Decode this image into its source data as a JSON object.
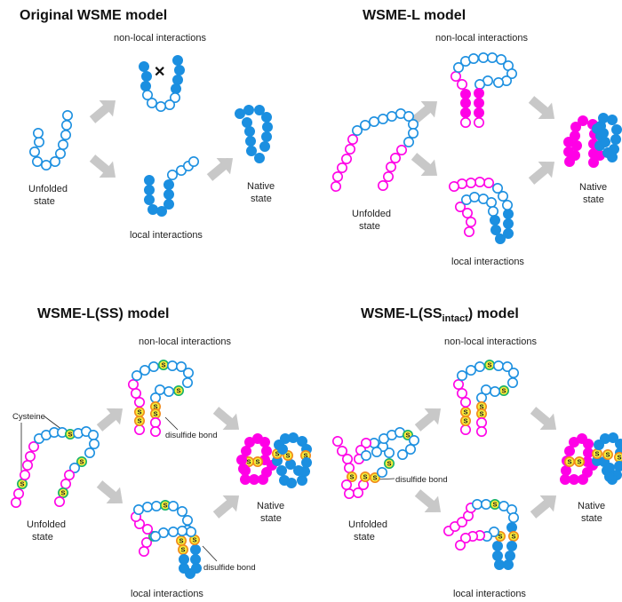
{
  "panels": {
    "original": {
      "title": "Original WSME model",
      "nonlocal": "non-local interactions",
      "local": "local interactions",
      "unfolded": [
        "Unfolded",
        "state"
      ],
      "native": [
        "Native",
        "state"
      ]
    },
    "wsmel": {
      "title": "WSME-L model",
      "nonlocal": "non-local interactions",
      "local": "local interactions",
      "unfolded": [
        "Unfolded",
        "state"
      ],
      "native": [
        "Native",
        "state"
      ]
    },
    "wsmelss": {
      "title": "WSME-L(SS) model",
      "nonlocal": "non-local interactions",
      "local": "local interactions",
      "unfolded": [
        "Unfolded",
        "state"
      ],
      "native": [
        "Native",
        "state"
      ],
      "cysteine": "Cysteine",
      "disulfide_top": "disulfide bond",
      "disulfide_bottom": "disulfide bond"
    },
    "wsmelssintact": {
      "title_main": "WSME-L(SS",
      "title_sub": "intact",
      "title_end": ") model",
      "nonlocal": "non-local interactions",
      "local": "local interactions",
      "unfolded": [
        "Unfolded",
        "state"
      ],
      "native": [
        "Native",
        "state"
      ],
      "disulfide": "disulfide bond"
    }
  },
  "symbols": {
    "cysteine": "S",
    "cross": "✕"
  },
  "colors": {
    "blue": "#1b8fe0",
    "magenta": "#ff00e6",
    "arrow": "#c8c8c8",
    "cys_fill": "#f7ec3a",
    "cys_ring": "#17b36a"
  }
}
